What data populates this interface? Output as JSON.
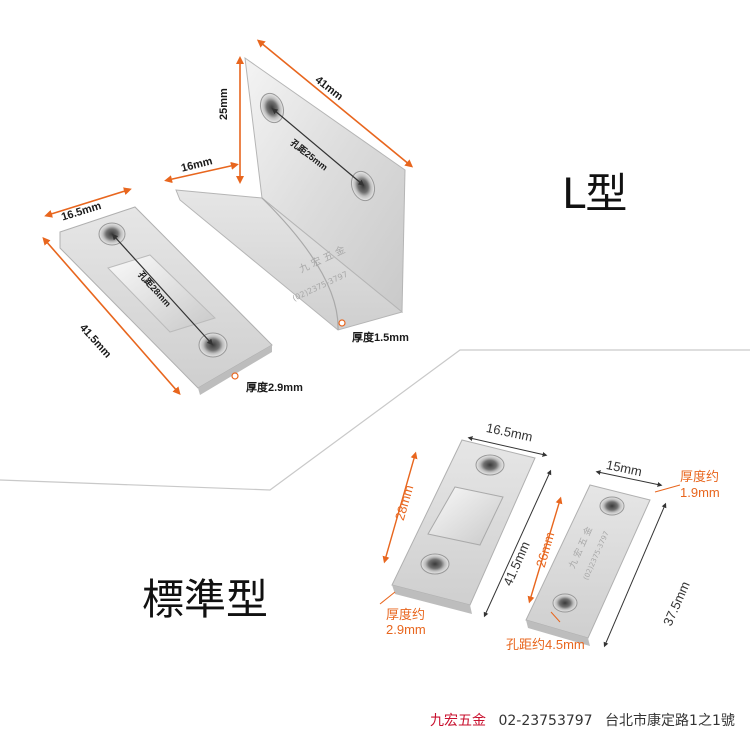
{
  "l_type": {
    "title": "L型",
    "dims": {
      "height": "25mm",
      "width": "41mm",
      "depth": "16mm",
      "hole_pitch": "孔距25mm",
      "thickness": "厚度1.5mm"
    },
    "plate": {
      "width": "16.5mm",
      "length": "41.5mm",
      "hole_pitch": "孔距28mm",
      "thickness": "厚度2.9mm"
    },
    "engraving": {
      "name": "九 宏 五 金",
      "phone": "(02)2375-3797"
    }
  },
  "standard_type": {
    "title": "標準型",
    "plate_big": {
      "width": "16.5mm",
      "pitch": "28mm",
      "length": "41.5mm",
      "thickness_line1": "厚度约",
      "thickness_line2": "2.9mm"
    },
    "plate_small": {
      "width": "15mm",
      "pitch": "26mm",
      "length": "37.5mm",
      "thickness_line1": "厚度约",
      "thickness_line2": "1.9mm",
      "hole": "孔距约4.5mm"
    },
    "engraving": {
      "name": "九 宏 五 金",
      "phone": "(02)2375-3797"
    }
  },
  "footer": {
    "company": "九宏五金",
    "phone": "02-23753797",
    "address": "台北市康定路1之1號"
  },
  "colors": {
    "accent_orange": "#e8661e",
    "brand_red": "#c8102e",
    "metal": "#d9dadb"
  }
}
